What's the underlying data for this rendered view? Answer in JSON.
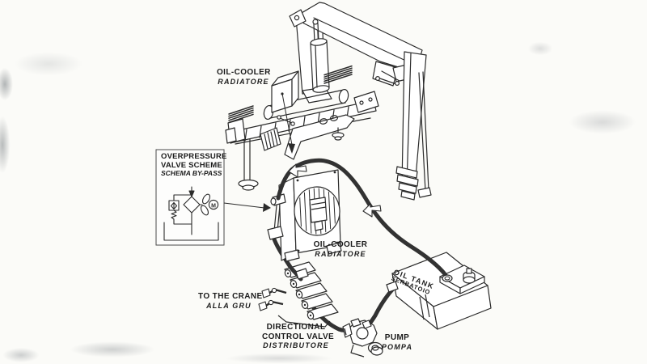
{
  "colors": {
    "ink": "#2b2b2b",
    "hose": "#323232",
    "background": "#fbfbf8"
  },
  "labels": {
    "cooler_top": {
      "en": "OIL-COOLER",
      "it": "RADIATORE"
    },
    "bypass_box": {
      "title1": "OVERPRESSURE",
      "title2": "VALVE SCHEME",
      "subtitle": "SCHEMA BY-PASS",
      "motor": "M"
    },
    "cooler_detail": {
      "en": "OIL-COOLER",
      "it": "RADIATORE"
    },
    "to_crane": {
      "en": "TO THE CRANE",
      "it": "ALLA GRU"
    },
    "control_valve": {
      "en1": "DIRECTIONAL",
      "en2": "CONTROL VALVE",
      "it": "DISTRIBUTORE"
    },
    "oil_tank": {
      "en": "OIL TANK",
      "it": "SERBATOIO"
    },
    "pump": {
      "en": "PUMP",
      "it": "POMPA"
    }
  }
}
